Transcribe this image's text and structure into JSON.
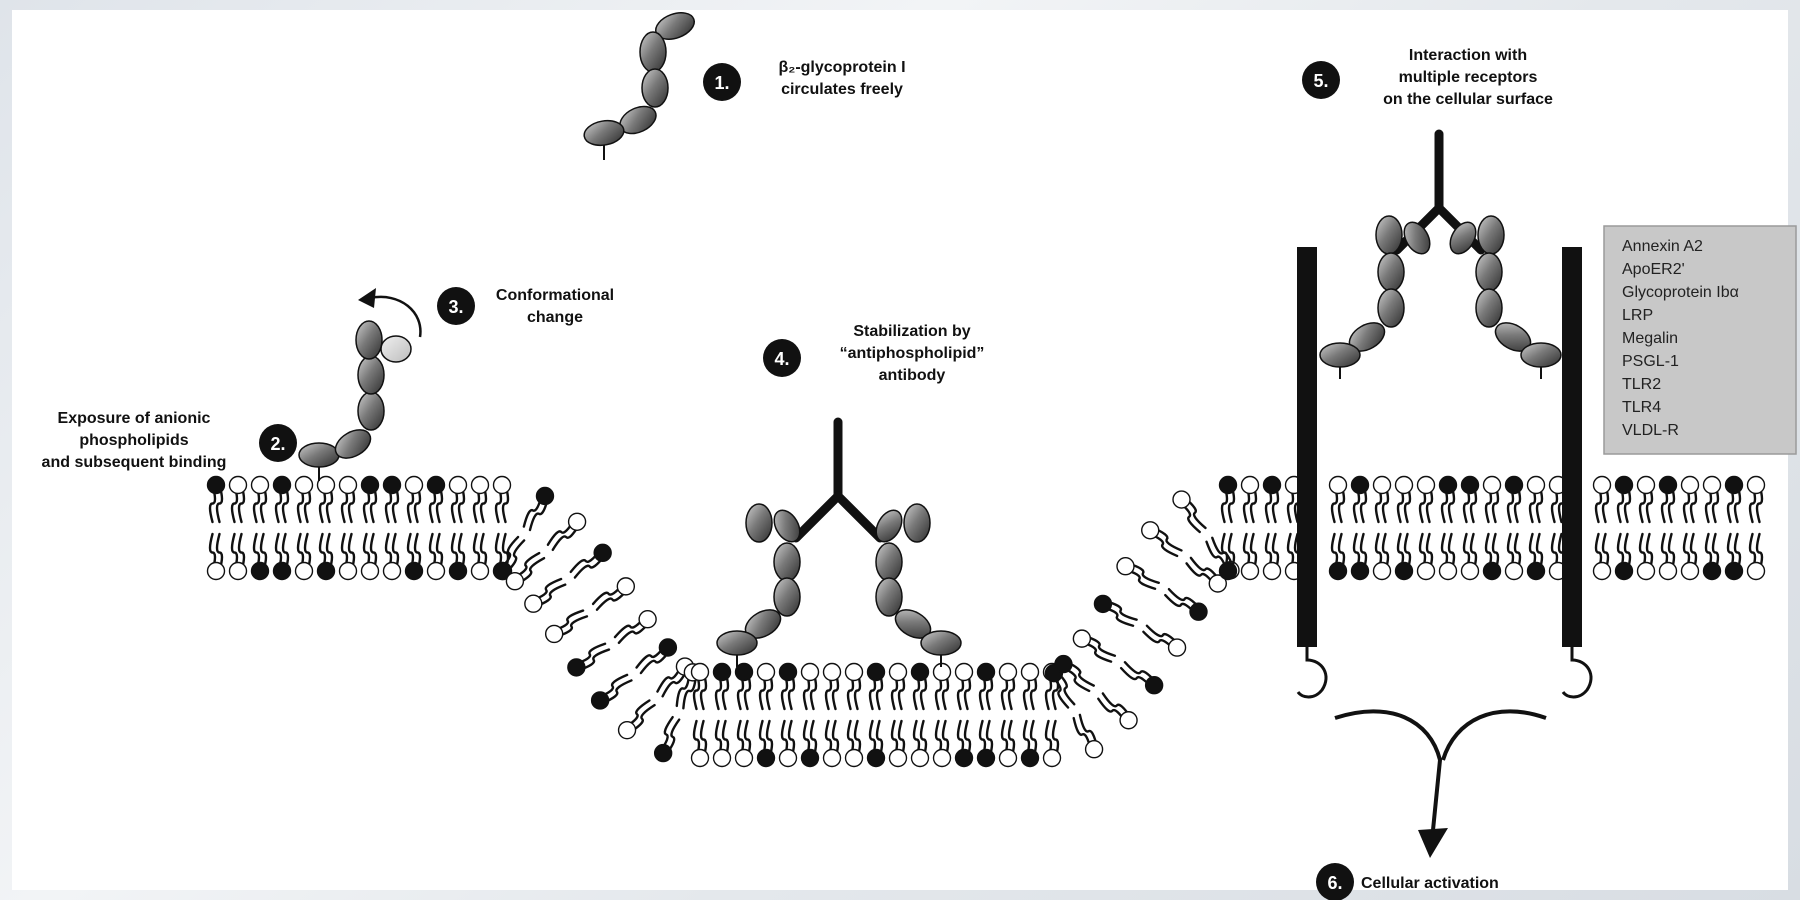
{
  "steps": [
    {
      "number": "1.",
      "lines": [
        "β₂-glycoprotein I",
        "circulates freely"
      ]
    },
    {
      "number": "2.",
      "lines": [
        "Exposure of anionic",
        "phospholipids",
        "and subsequent binding"
      ]
    },
    {
      "number": "3.",
      "lines": [
        "Conformational",
        "change"
      ]
    },
    {
      "number": "4.",
      "lines": [
        "Stabilization by",
        "“antiphospholipid”",
        "antibody"
      ]
    },
    {
      "number": "5.",
      "lines": [
        "Interaction with",
        "multiple receptors",
        "on the cellular surface"
      ]
    },
    {
      "number": "6.",
      "lines": [
        "Cellular activation"
      ]
    }
  ],
  "receptors": [
    "Annexin A2",
    "ApoER2'",
    "Glycoprotein Ibα",
    "LRP",
    "Megalin",
    "PSGL-1",
    "TLR2",
    "TLR4",
    "VLDL-R"
  ],
  "colors": {
    "domain_dark": "#3a3a3a",
    "domain_light": "#a8a8a8",
    "receptor_box": "#c8c8c8",
    "receptor_box_border": "#9a9a9a",
    "badge": "#111111"
  }
}
